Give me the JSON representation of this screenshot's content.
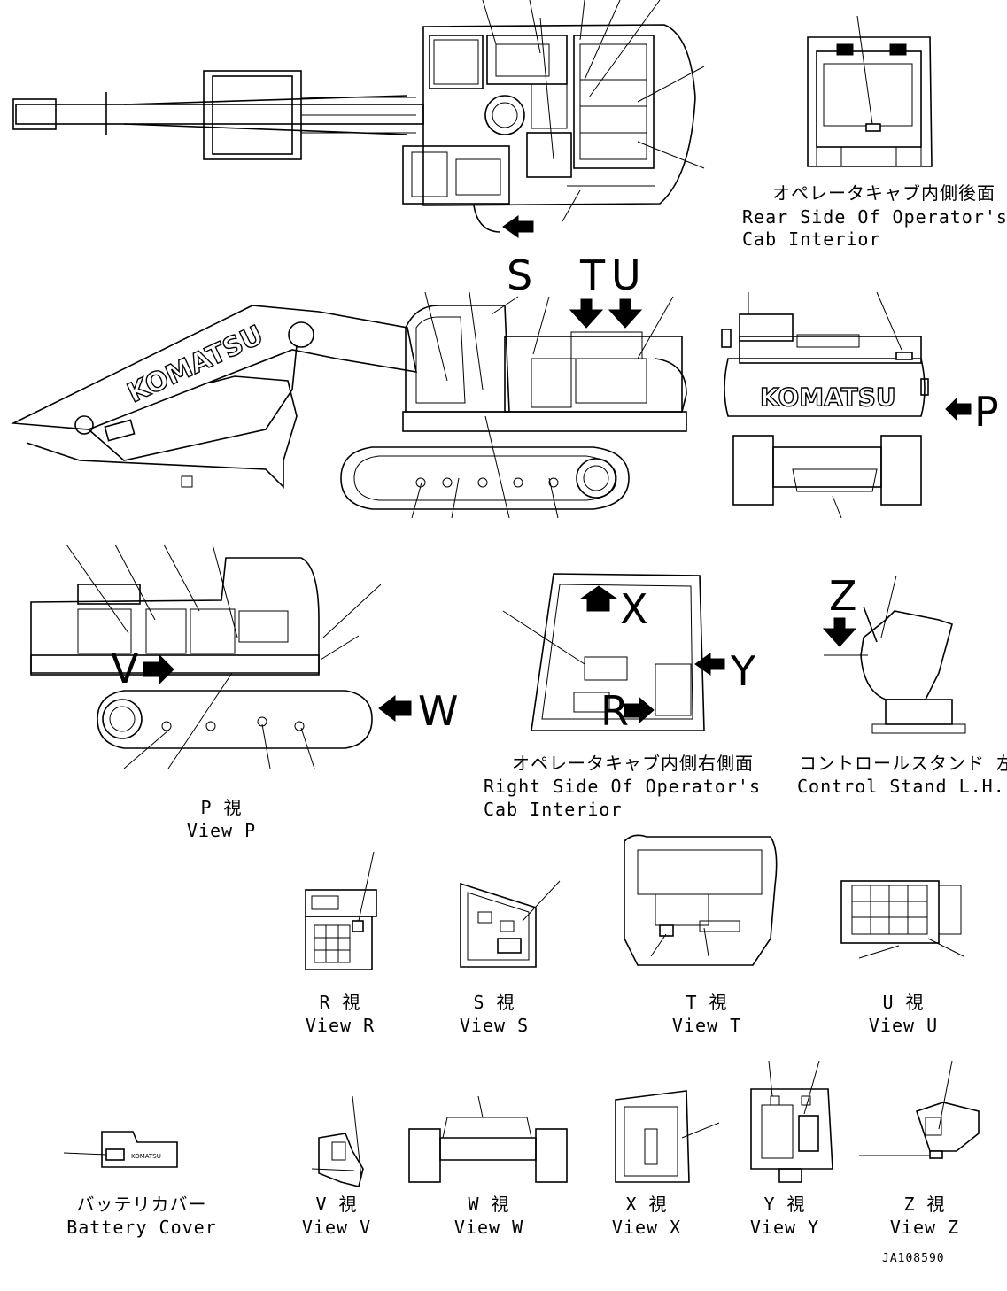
{
  "views": {
    "rear_cab": {
      "jp": "オペレータキャブ内側後面",
      "en1": "Rear Side Of Operator's",
      "en2": "Cab Interior"
    },
    "right_cab": {
      "jp": "オペレータキャブ内側右側面",
      "en1": "Right Side Of Operator's",
      "en2": "Cab Interior"
    },
    "control_stand": {
      "jp": "コントロールスタンド 左",
      "en": "Control Stand L.H."
    },
    "p": {
      "jp": "P 視",
      "en": "View P"
    },
    "r": {
      "jp": "R 視",
      "en": "View R"
    },
    "s": {
      "jp": "S 視",
      "en": "View S"
    },
    "t": {
      "jp": "T 視",
      "en": "View T"
    },
    "u": {
      "jp": "U 視",
      "en": "View U"
    },
    "battery": {
      "jp": "バッテリカバー",
      "en": "Battery Cover"
    },
    "v": {
      "jp": "V 視",
      "en": "View V"
    },
    "w": {
      "jp": "W 視",
      "en": "View W"
    },
    "x": {
      "jp": "X 視",
      "en": "View X"
    },
    "y": {
      "jp": "Y 視",
      "en": "View Y"
    },
    "z": {
      "jp": "Z 視",
      "en": "View Z"
    }
  },
  "view_letters": {
    "s": "S",
    "t": "T",
    "u": "U",
    "p": "P",
    "v": "V",
    "w": "W",
    "x": "X",
    "y": "Y",
    "r": "R",
    "z": "Z"
  },
  "brand": {
    "logo": "KOMATSU",
    "small_logo": "KOMATSU"
  },
  "drawing_code": "JA108590"
}
